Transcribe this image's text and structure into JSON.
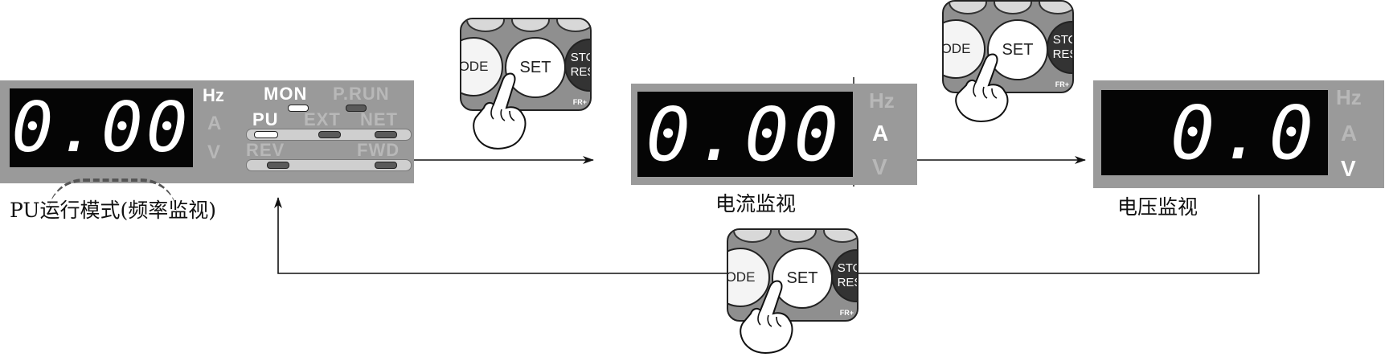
{
  "panel1": {
    "display": "0.00",
    "units": {
      "hz": "Hz",
      "a": "A",
      "v": "V",
      "active": "hz"
    },
    "indicators": {
      "mon": "MON",
      "prun": "P.RUN",
      "pu": "PU",
      "ext": "EXT",
      "net": "NET",
      "rev": "REV",
      "fwd": "FWD"
    },
    "caption": "PU运行模式(频率监视)"
  },
  "panel2": {
    "display": "0.00",
    "units": {
      "hz": "Hz",
      "a": "A",
      "v": "V",
      "active": "a"
    },
    "caption": "电流监视"
  },
  "panel3": {
    "display": "0.0",
    "units": {
      "hz": "Hz",
      "a": "A",
      "v": "V",
      "active": "v"
    },
    "caption": "电压监视"
  },
  "keypad": {
    "mode_label": "ODE",
    "set_label": "SET",
    "stop_label_1": "STO",
    "stop_label_2": "RES",
    "tag": "FR+"
  },
  "colors": {
    "panel_bg": "#9a9a9a",
    "lcd_bg": "#050505",
    "lcd_text": "#ffffff",
    "unit_dim": "#b8b8b8"
  }
}
